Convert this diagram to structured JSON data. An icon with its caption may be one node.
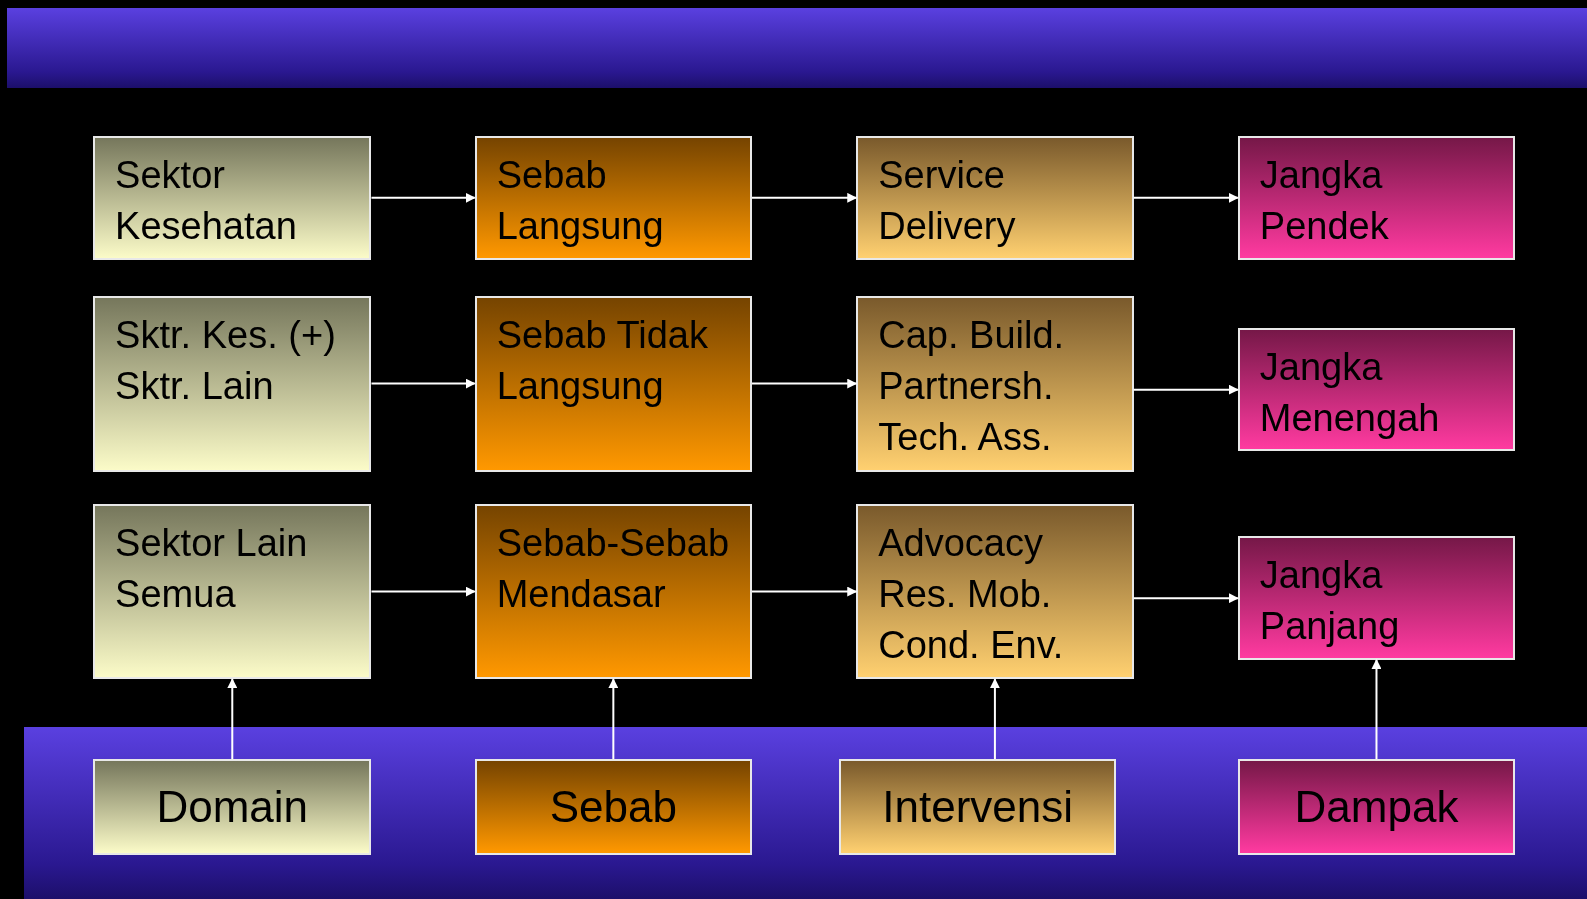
{
  "diagram": {
    "nodes": [
      {
        "text": [
          "Sektor Kesehatan"
        ]
      },
      {
        "text": [
          "Sebab Langsung"
        ]
      },
      {
        "text": [
          "Service Delivery"
        ]
      },
      {
        "text": [
          "Jangka Pendek"
        ]
      },
      {
        "text": [
          "Sktr. Kes. (+) Sktr. Lain"
        ]
      },
      {
        "text": [
          "Sebab Tidak Langsung"
        ]
      },
      {
        "text": [
          "Cap. Build. Partnersh. Tech. Ass."
        ]
      },
      {
        "text": [
          "Jangka Menengah"
        ]
      },
      {
        "text": [
          "Sektor Lain Semua"
        ]
      },
      {
        "text": [
          "Sebab-Sebab Mendasar"
        ]
      },
      {
        "text": [
          "Advocacy Res. Mob. Cond. Env."
        ]
      },
      {
        "text": [
          "Jangka Panjang"
        ]
      },
      {
        "text": [
          "Domain"
        ]
      },
      {
        "text": [
          "Sebab"
        ]
      },
      {
        "text": [
          "Intervensi"
        ]
      },
      {
        "text": [
          "Dampak"
        ]
      }
    ],
    "edges": [
      {
        "from": 0,
        "to": 1,
        "arrow": "to"
      },
      {
        "from": 1,
        "to": 2,
        "arrow": "to"
      },
      {
        "from": 2,
        "to": 3,
        "arrow": "to"
      },
      {
        "from": 4,
        "to": 5,
        "arrow": "to"
      },
      {
        "from": 5,
        "to": 6,
        "arrow": "to"
      },
      {
        "from": 6,
        "to": 7,
        "arrow": "to"
      },
      {
        "from": 8,
        "to": 9,
        "arrow": "to"
      },
      {
        "from": 9,
        "to": 10,
        "arrow": "to"
      },
      {
        "from": 10,
        "to": 11,
        "arrow": "to"
      },
      {
        "from": 12,
        "to": 8,
        "arrow": "to"
      },
      {
        "from": 13,
        "to": 9,
        "arrow": "to"
      },
      {
        "from": 14,
        "to": 10,
        "arrow": "to"
      },
      {
        "from": 15,
        "to": 11,
        "arrow": "to"
      }
    ]
  }
}
